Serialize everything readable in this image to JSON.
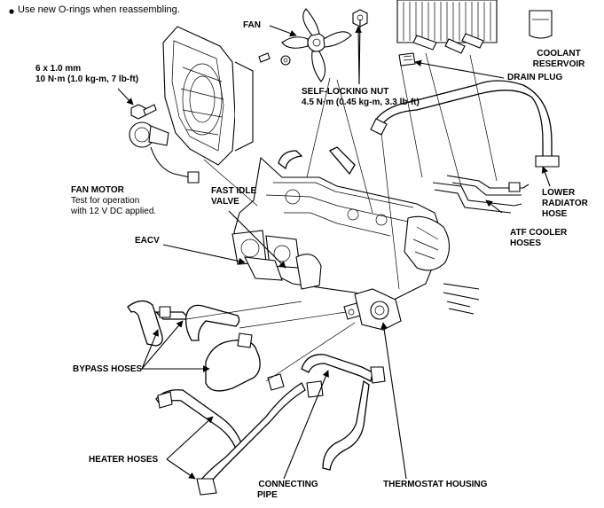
{
  "note": "Use new O-rings when reassembling.",
  "labels": {
    "fan": "FAN",
    "bolt_spec_1": "6 x 1.0 mm",
    "bolt_spec_2": "10 N·m (1.0 kg-m, 7 lb-ft)",
    "self_locking_nut_title": "SELF-LOCKING NUT",
    "self_locking_nut_torque": "4.5 N·m (0.45 kg-m, 3.3 lb-ft)",
    "coolant_reservoir_1": "COOLANT",
    "coolant_reservoir_2": "RESERVOIR",
    "drain_plug": "DRAIN PLUG",
    "fan_motor_title": "FAN MOTOR",
    "fan_motor_note_1": "Test for operation",
    "fan_motor_note_2": "with 12 V DC applied.",
    "fast_idle_valve_1": "FAST IDLE",
    "fast_idle_valve_2": "VALVE",
    "lower_radiator_hose_1": "LOWER",
    "lower_radiator_hose_2": "RADIATOR",
    "lower_radiator_hose_3": "HOSE",
    "eacv": "EACV",
    "atf_cooler_hoses_1": "ATF COOLER",
    "atf_cooler_hoses_2": "HOSES",
    "bypass_hoses": "BYPASS HOSES",
    "heater_hoses": "HEATER HOSES",
    "connecting_pipe_1": "CONNECTING",
    "connecting_pipe_2": "PIPE",
    "thermostat_housing": "THERMOSTAT HOUSING"
  }
}
